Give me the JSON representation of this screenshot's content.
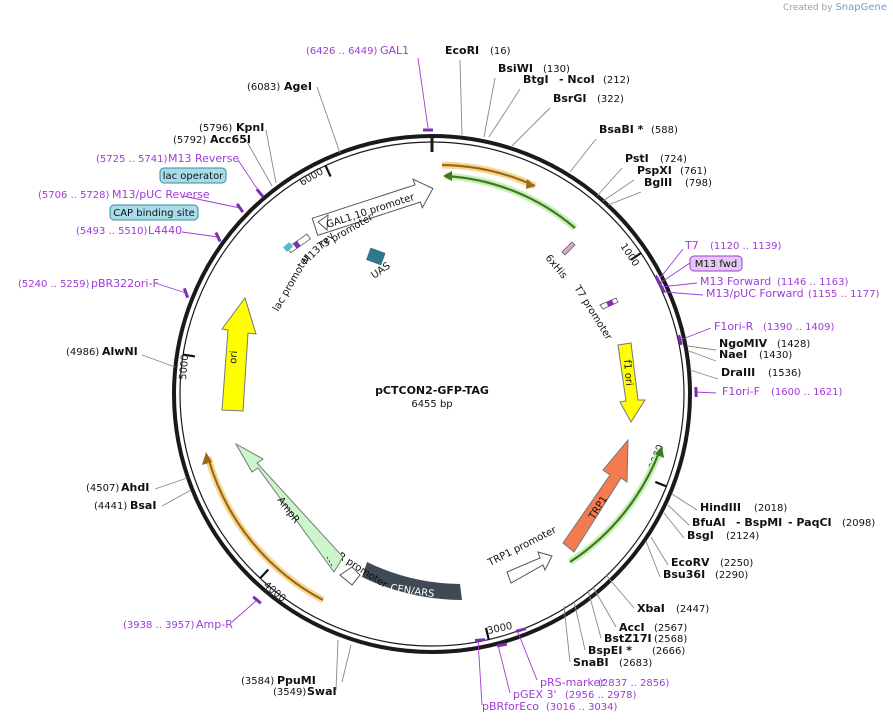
{
  "credit": {
    "prefix": "Created by",
    "brand": "SnapGene"
  },
  "plasmid": {
    "name": "pCTCON2-GFP-TAG",
    "length": "6455 bp"
  },
  "ticks": [
    "1000",
    "2000",
    "3000",
    "4000",
    "5000",
    "6000"
  ],
  "sites": [
    {
      "name": "EcoRI",
      "pos": "(16)"
    },
    {
      "name": "BsiWI",
      "pos": "(130)"
    },
    {
      "name": "BtgI",
      "pos": ""
    },
    {
      "name": "- NcoI",
      "pos": "(212)"
    },
    {
      "name": "BsrGI",
      "pos": "(322)"
    },
    {
      "name": "BsaBI *",
      "pos": "(588)"
    },
    {
      "name": "PstI",
      "pos": "(724)"
    },
    {
      "name": "PspXI",
      "pos": "(761)"
    },
    {
      "name": "BglII",
      "pos": "(798)"
    },
    {
      "name": "NgoMIV",
      "pos": "(1428)"
    },
    {
      "name": "NaeI",
      "pos": "(1430)"
    },
    {
      "name": "DraIII",
      "pos": "(1536)"
    },
    {
      "name": "HindIII",
      "pos": "(2018)"
    },
    {
      "name": "BfuAI",
      "pos": ""
    },
    {
      "name": "- BspMI",
      "pos": ""
    },
    {
      "name": "- PaqCI",
      "pos": "(2098)"
    },
    {
      "name": "BsgI",
      "pos": "(2124)"
    },
    {
      "name": "EcoRV",
      "pos": "(2250)"
    },
    {
      "name": "Bsu36I",
      "pos": "(2290)"
    },
    {
      "name": "XbaI",
      "pos": "(2447)"
    },
    {
      "name": "AccI",
      "pos": "(2567)"
    },
    {
      "name": "BstZ17I",
      "pos": "(2568)"
    },
    {
      "name": "BspEI *",
      "pos": "(2666)"
    },
    {
      "name": "SnaBI",
      "pos": "(2683)"
    },
    {
      "name": "PpuMI",
      "pos": "(3584)"
    },
    {
      "name": "SwaI",
      "pos": "(3549)"
    },
    {
      "name": "BsaI",
      "pos": "(4441)"
    },
    {
      "name": "AhdI",
      "pos": "(4507)"
    },
    {
      "name": "AlwNI",
      "pos": "(4986)"
    },
    {
      "name": "Acc65I",
      "pos": "(5792)"
    },
    {
      "name": "KpnI",
      "pos": "(5796)"
    },
    {
      "name": "AgeI",
      "pos": "(6083)"
    }
  ],
  "primers": [
    {
      "name": "GAL1",
      "pos": "(6426 .. 6449)"
    },
    {
      "name": "T7",
      "pos": "(1120 .. 1139)"
    },
    {
      "name": "M13 fwd",
      "pos": ""
    },
    {
      "name": "M13 Forward",
      "pos": "(1146 .. 1163)"
    },
    {
      "name": "M13/pUC Forward",
      "pos": "(1155 .. 1177)"
    },
    {
      "name": "F1ori-R",
      "pos": "(1390 .. 1409)"
    },
    {
      "name": "F1ori-F",
      "pos": "(1600 .. 1621)"
    },
    {
      "name": "pRS-marker",
      "pos": "(2837 .. 2856)"
    },
    {
      "name": "pGEX 3'",
      "pos": "(2956 .. 2978)"
    },
    {
      "name": "pBRforEco",
      "pos": "(3016 .. 3034)"
    },
    {
      "name": "Amp-R",
      "pos": "(3938 .. 3957)"
    },
    {
      "name": "pBR322ori-F",
      "pos": "(5240 .. 5259)"
    },
    {
      "name": "L4440",
      "pos": "(5493 .. 5510)"
    },
    {
      "name": "M13/pUC Reverse",
      "pos": "(5706 .. 5728)"
    },
    {
      "name": "M13 Reverse",
      "pos": "(5725 .. 5741)"
    }
  ],
  "boxed_labels": [
    "lac operator",
    "CAP binding site"
  ],
  "features": [
    {
      "name": "GAL1,10 promoter"
    },
    {
      "name": "T3 promoter"
    },
    {
      "name": "M13 rev"
    },
    {
      "name": "lac promoter"
    },
    {
      "name": "UAS"
    },
    {
      "name": "6xHis"
    },
    {
      "name": "T7 promoter"
    },
    {
      "name": "f1 ori"
    },
    {
      "name": "TRP1"
    },
    {
      "name": "TRP1 promoter"
    },
    {
      "name": "CEN/ARS"
    },
    {
      "name": "AmpR promoter"
    },
    {
      "name": "AmpR"
    },
    {
      "name": "ori"
    }
  ],
  "colors": {
    "backbone": "#1a1a1a",
    "primer": "#a03ad8",
    "promoter": "#ffffff",
    "ori": "#ffff00",
    "amp": "#ccf5cc",
    "trp1": "#f47a50",
    "cen": "#3f4a55",
    "uas": "#2e7a8c",
    "label_box": "#a8dce8",
    "primer_box": "#e2c8f5"
  }
}
